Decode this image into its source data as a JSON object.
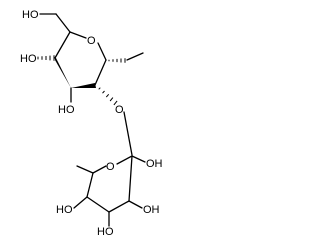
{
  "molecule": {
    "upper_ring": {
      "ring_oxygen": "O",
      "glycosidic_oxygen": "O",
      "hydroxymethyl": "HO",
      "hydroxyl_c4": "HO",
      "hydroxyl_c3": "HO"
    },
    "lower_ring": {
      "ring_oxygen": "O",
      "hydroxyl_c4": "HO",
      "hydroxyl_c3": "HO",
      "hydroxyl_c2": "OH",
      "hydroxyl_c1": "OH"
    }
  }
}
